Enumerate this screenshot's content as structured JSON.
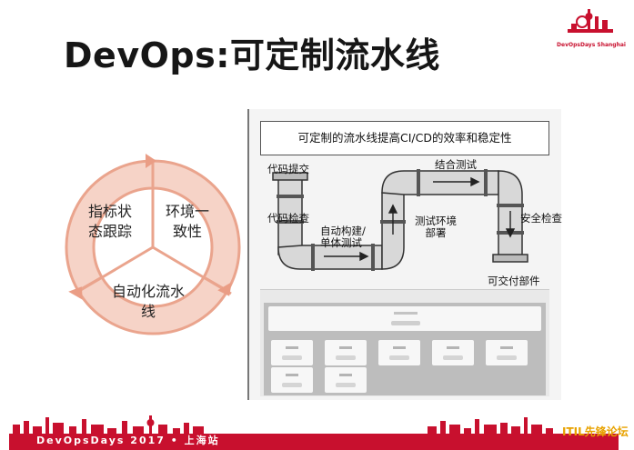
{
  "slide": {
    "title": "DevOps:可定制流水线"
  },
  "logo": {
    "text": "DevOpsDays Shanghai"
  },
  "cycle": {
    "items": [
      "指标状\n态跟踪",
      "环境一\n致性",
      "自动化流水\n线"
    ]
  },
  "pipeline": {
    "banner": "可定制的流水线提高CI/CD的效率和稳定性",
    "labels": {
      "commit": "代码提交",
      "code_check": "代码检查",
      "build_test": "自动构建/\n单体测试",
      "integration_test": "结合测试",
      "test_env": "测试环境\n部署",
      "security_check": "安全检查",
      "deliverable": "可交付部件"
    }
  },
  "footer": {
    "event": "DevOpsDays 2017 • 上海站",
    "brand": "ITIL先锋论坛"
  },
  "colors": {
    "cycle": "#f2c6b8",
    "cycle_arrow": "#ea9d85",
    "accent_red": "#c8102e",
    "brand_gold": "#e8a200"
  }
}
